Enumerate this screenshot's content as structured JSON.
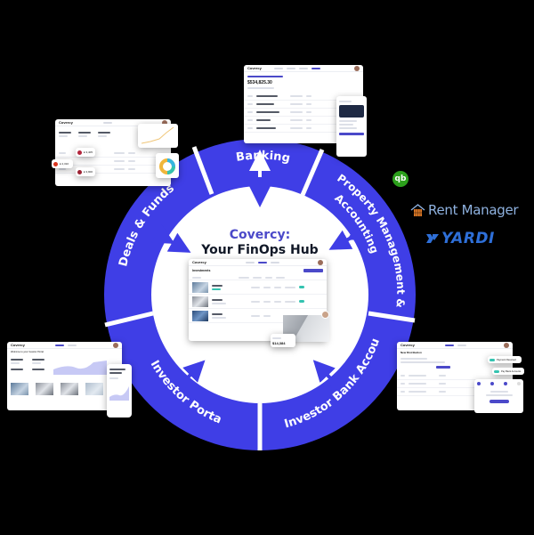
{
  "hub": {
    "brand": "Covercy:",
    "subtitle": "Your FinOps Hub"
  },
  "segments": [
    {
      "id": "banking",
      "label": "Banking"
    },
    {
      "id": "property-management",
      "label": "Property Management & Accounting"
    },
    {
      "id": "investor-bank-accounts",
      "label": "Investor Bank Accounts"
    },
    {
      "id": "investor-portal",
      "label": "Investor Portal"
    },
    {
      "id": "deals-funds",
      "label": "Deals & Funds"
    }
  ],
  "colors": {
    "ring": "#3f3ee6",
    "background": "#000000",
    "inner": "#ffffff",
    "accent": "#4b49c9",
    "teal": "#34c3b0"
  },
  "integrations": {
    "quickbooks": "qb",
    "rent_manager": "Rent Manager",
    "yardi": "YARDI"
  },
  "cards": {
    "center": {
      "logo": "Covercy",
      "title": "Investments",
      "value_badge": "$14,384"
    },
    "banking": {
      "logo": "Covercy",
      "balance": "$534,825.30"
    },
    "deals": {
      "logo": "Covercy",
      "chip1": "£ 2,310",
      "chip2": "£ 3,405",
      "chip3": "£ 3,900"
    },
    "portal": {
      "logo": "Covercy",
      "welcome": "Welcome to your Investor Portal"
    },
    "bank_accounts": {
      "logo": "Covercy",
      "title": "New Distribution",
      "toggle1": "Payment Received",
      "toggle2": "Pay Bank Accounts"
    }
  }
}
